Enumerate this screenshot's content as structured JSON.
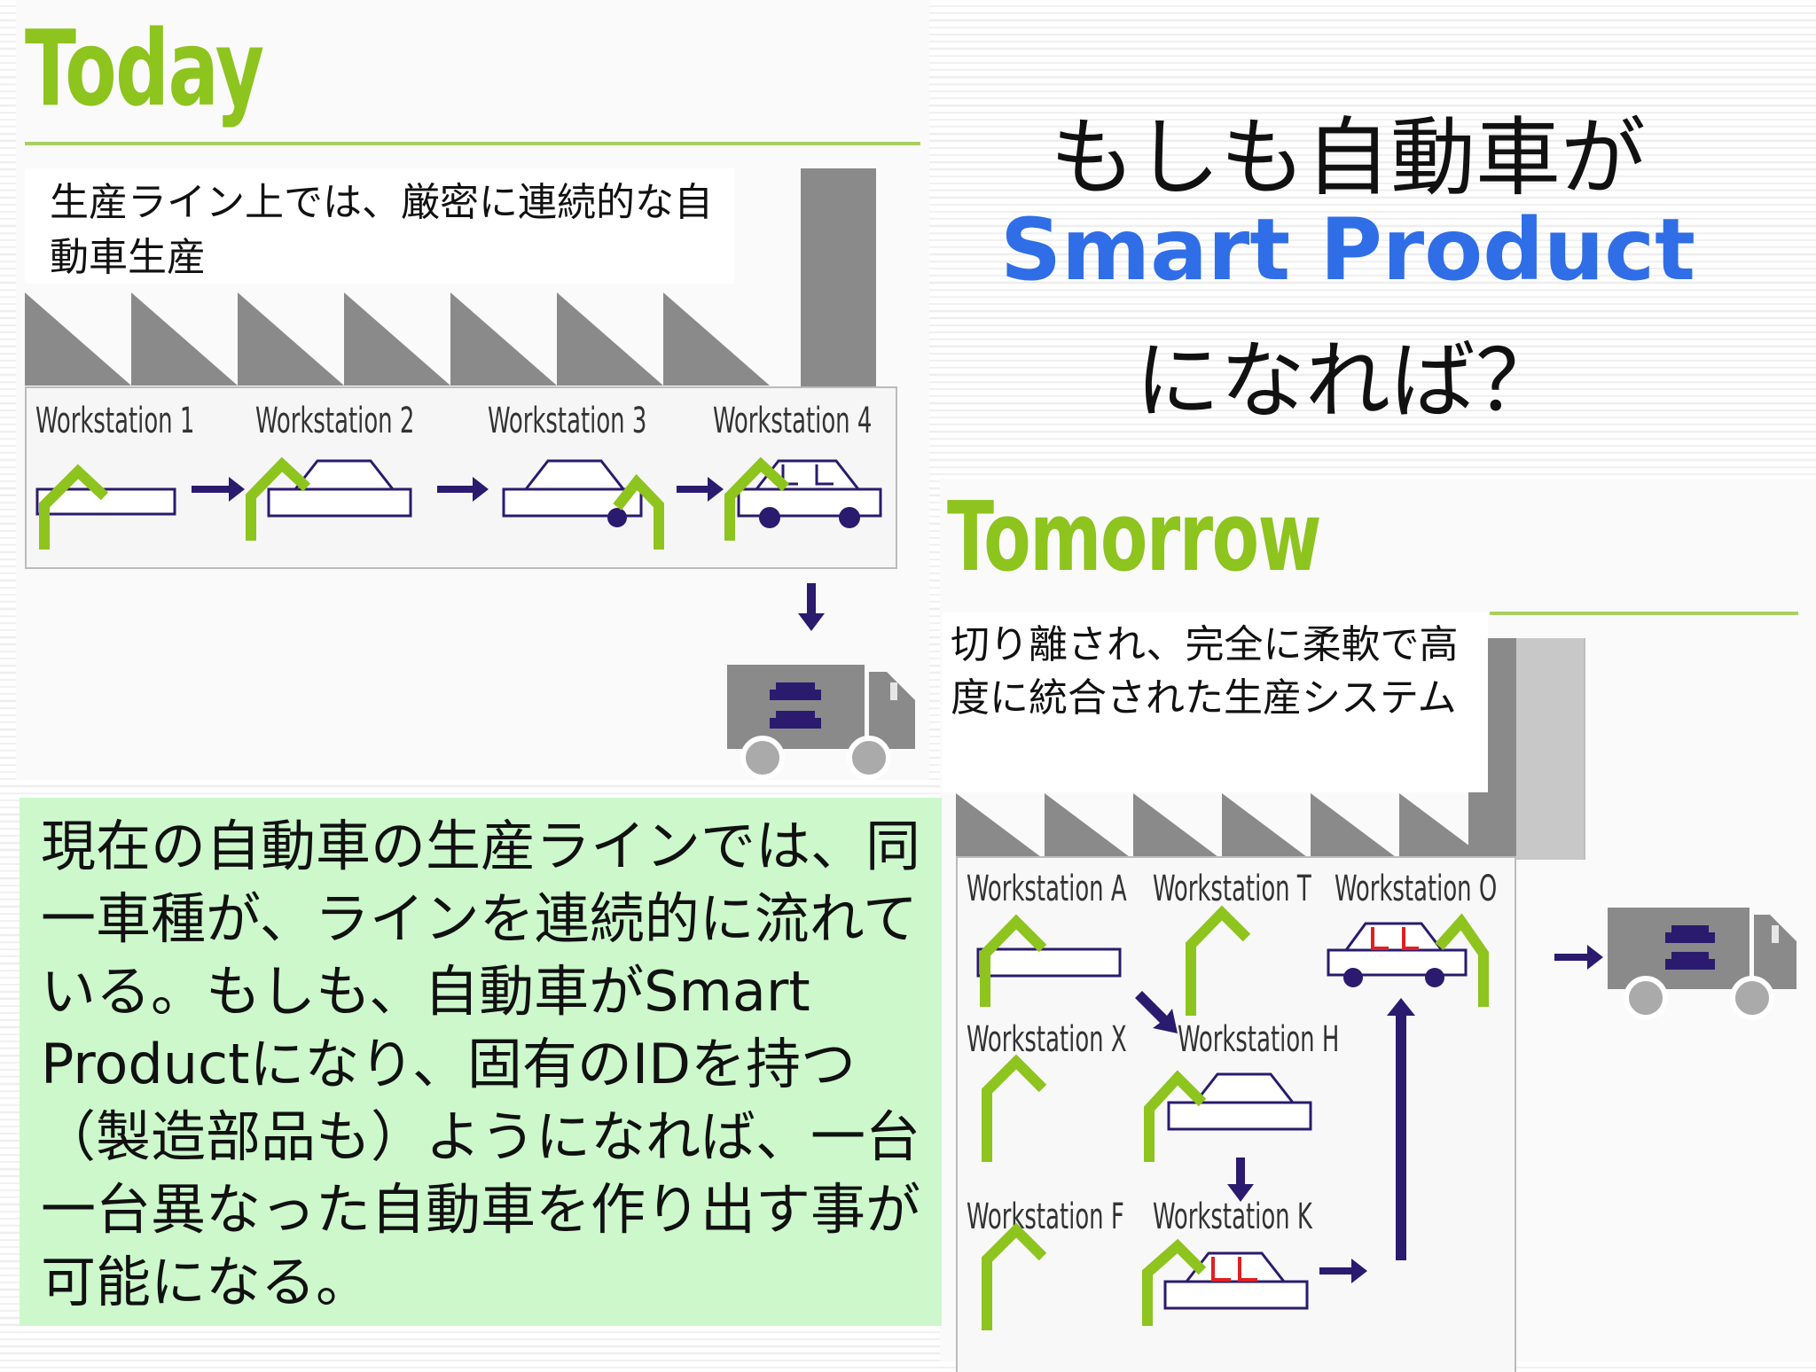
{
  "today": {
    "heading": "Today",
    "caption": "生産ライン上では、厳密に連続的な自動車生産",
    "workstations": [
      "Workstation 1",
      "Workstation 2",
      "Workstation 3",
      "Workstation 4"
    ]
  },
  "title": {
    "line1": "もしも自動車が",
    "line2": "Smart Product",
    "line3": "になれば？"
  },
  "tomorrow": {
    "heading": "Tomorrow",
    "caption": "切り離され、完全に柔軟で高度に統合された生産システム",
    "workstations": [
      "Workstation A",
      "Workstation T",
      "Workstation O",
      "Workstation X",
      "Workstation H",
      "Workstation F",
      "Workstation K"
    ]
  },
  "note": {
    "text": "現在の自動車の生産ラインでは、同一車種が、ラインを連続的に流れている。もしも、自動車がSmart Productになり、固有のIDを持つ（製造部品も）ようになれば、一台一台異なった自動車を作り出す事が可能になる。"
  },
  "colors": {
    "green": "#8dc41e",
    "navy": "#2b1b6e",
    "blue_title": "#2f6ee6",
    "red": "#e02020",
    "grey": "#8a8a8a",
    "note_bg": "#ccf8cc"
  }
}
